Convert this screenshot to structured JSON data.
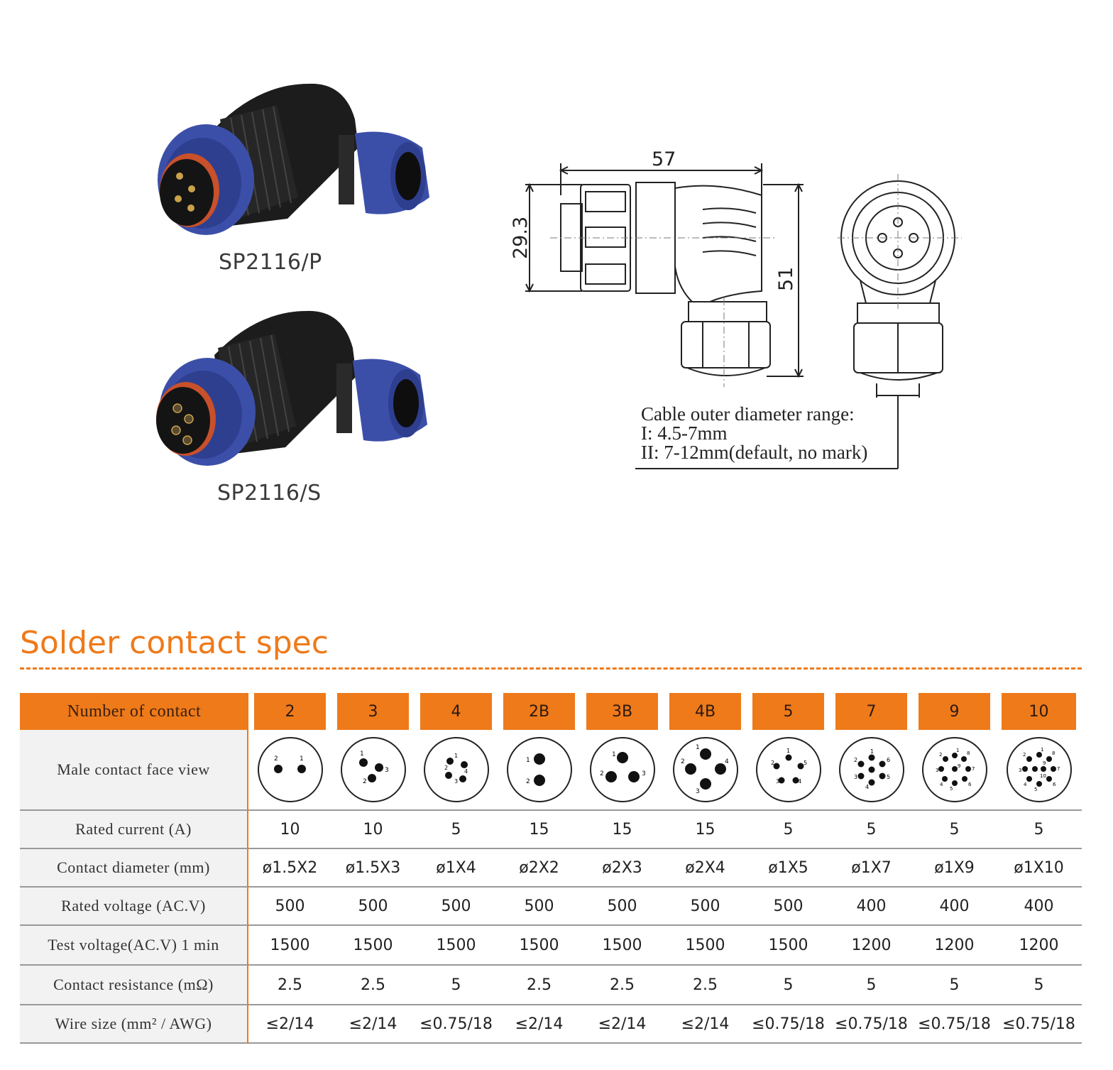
{
  "products": [
    {
      "model": "SP2116/P",
      "type": "plug",
      "image_icon": "connector-plug-photo"
    },
    {
      "model": "SP2116/S",
      "type": "socket",
      "image_icon": "connector-socket-photo"
    }
  ],
  "drawing": {
    "dim_width": "57",
    "dim_height": "51",
    "dim_diameter": "29.3",
    "cable_note": {
      "line1": "Cable outer  diameter range:",
      "line2": "I: 4.5-7mm",
      "line3": "II: 7-12mm(default, no mark)"
    }
  },
  "section_title": "Solder contact spec",
  "colors": {
    "accent": "#ef7a1a",
    "connector_blue": "#3c4fa8",
    "connector_black": "#1c1c1c"
  },
  "table": {
    "header_label": "Number of contact",
    "contacts": [
      "2",
      "3",
      "4",
      "2B",
      "3B",
      "4B",
      "5",
      "7",
      "9",
      "10"
    ],
    "face_view_label": "Male  contact  face  view",
    "rows": [
      {
        "label": "Rated current (A)",
        "values": [
          "10",
          "10",
          "5",
          "15",
          "15",
          "15",
          "5",
          "5",
          "5",
          "5"
        ]
      },
      {
        "label": "Contact diameter (mm)",
        "values": [
          "ø1.5X2",
          "ø1.5X3",
          "ø1X4",
          "ø2X2",
          "ø2X3",
          "ø2X4",
          "ø1X5",
          "ø1X7",
          "ø1X9",
          "ø1X10"
        ]
      },
      {
        "label": "Rated voltage (AC.V)",
        "values": [
          "500",
          "500",
          "500",
          "500",
          "500",
          "500",
          "500",
          "400",
          "400",
          "400"
        ]
      },
      {
        "label": "Test voltage(AC.V) 1 min",
        "values": [
          "1500",
          "1500",
          "1500",
          "1500",
          "1500",
          "1500",
          "1500",
          "1200",
          "1200",
          "1200"
        ]
      },
      {
        "label": "Contact resistance (mΩ)",
        "values": [
          "2.5",
          "2.5",
          "5",
          "2.5",
          "2.5",
          "2.5",
          "5",
          "5",
          "5",
          "5"
        ]
      },
      {
        "label": "Wire size (mm² / AWG)",
        "values": [
          "≤2/14",
          "≤2/14",
          "≤0.75/18",
          "≤2/14",
          "≤2/14",
          "≤2/14",
          "≤0.75/18",
          "≤0.75/18",
          "≤0.75/18",
          "≤0.75/18"
        ]
      }
    ]
  }
}
